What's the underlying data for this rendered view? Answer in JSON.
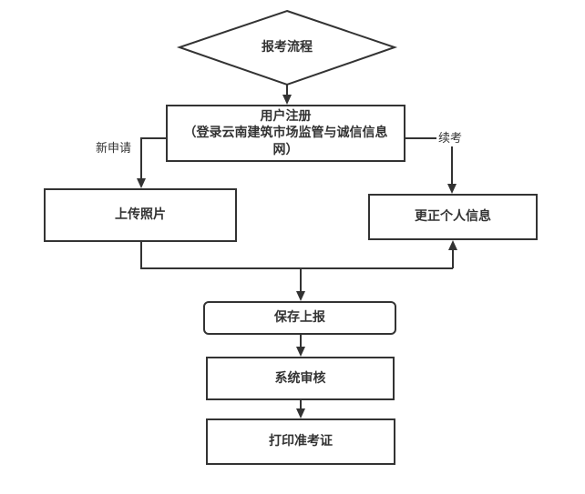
{
  "flowchart": {
    "title_node": {
      "label": "报考流程"
    },
    "nodes": {
      "register": {
        "lines": [
          "用户注册",
          "（登录云南建筑市场监管与诚信信息",
          "网）"
        ]
      },
      "upload_photo": {
        "label": "上传照片"
      },
      "correct_info": {
        "label": "更正个人信息"
      },
      "save_submit": {
        "label": "保存上报"
      },
      "system_review": {
        "label": "系统审核"
      },
      "print_ticket": {
        "label": "打印准考证"
      }
    },
    "edge_labels": {
      "new_application": "新申请",
      "continue_exam": "续考"
    },
    "colors": {
      "line": "#333333",
      "text": "#333333",
      "node_background": "#ffffff"
    }
  }
}
